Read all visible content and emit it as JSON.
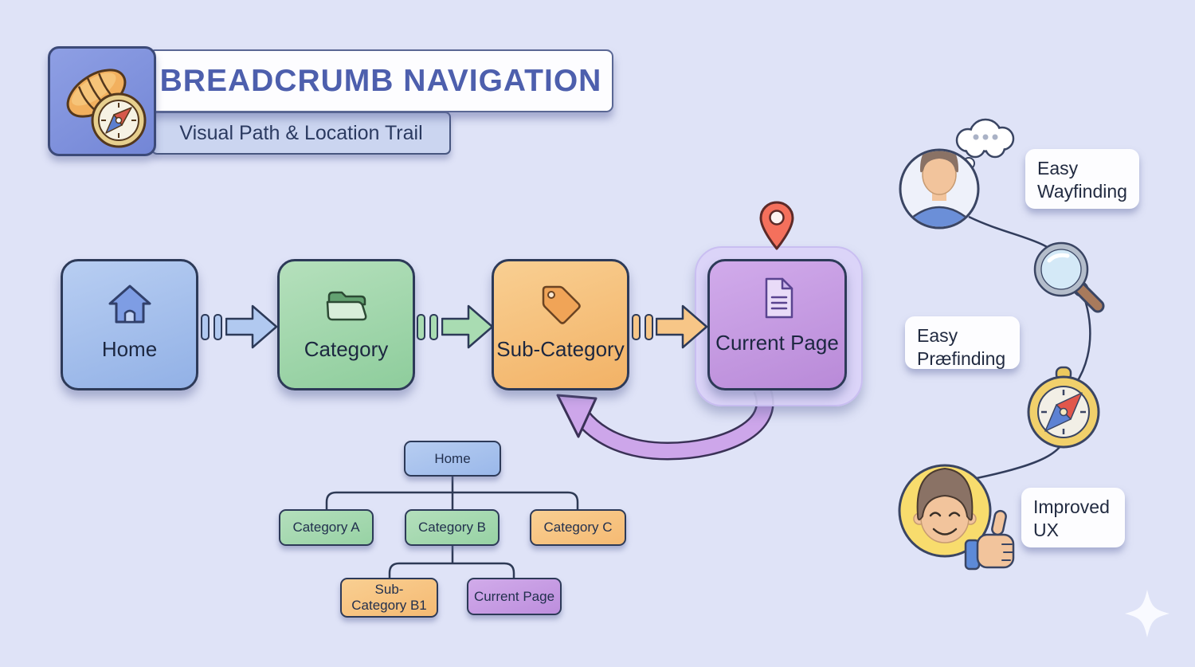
{
  "header": {
    "title": "BREADCRUMB NAVIGATION",
    "subtitle": "Visual Path & Location Trail",
    "logo_icons": [
      "bread-icon",
      "compass-icon"
    ]
  },
  "flow": {
    "steps": [
      {
        "label": "Home",
        "icon": "house-icon",
        "color": "#9db8e8"
      },
      {
        "label": "Category",
        "icon": "folder-icon",
        "color": "#9ed2a6"
      },
      {
        "label": "Sub-Category",
        "icon": "tag-icon",
        "color": "#f5bd76"
      },
      {
        "label": "Current Page",
        "icon": "document-icon",
        "color": "#c49ae2",
        "current": true,
        "marker": "location-pin-icon"
      }
    ],
    "back_link": {
      "from": "Current Page",
      "to": "Sub-Category",
      "color": "#cda6ea"
    }
  },
  "tree": {
    "nodes": [
      {
        "label": "Home",
        "color": "blue"
      },
      {
        "label": "Category A",
        "color": "green"
      },
      {
        "label": "Category B",
        "color": "green"
      },
      {
        "label": "Category C",
        "color": "orange"
      },
      {
        "label": "Sub-Category B1",
        "color": "orange"
      },
      {
        "label": "Current Page",
        "color": "purple"
      }
    ]
  },
  "benefits": [
    {
      "label": "Easy Wayfinding",
      "icon": "thinking-person-icon"
    },
    {
      "label": "Easy Præfinding",
      "icon": "magnifier-icon"
    },
    {
      "label": "Improved UX",
      "icon": "thumbs-up-person-icon"
    }
  ],
  "colors": {
    "background": "#dfe3f7",
    "outline": "#2d3a58",
    "title_text": "#4d5fad",
    "blue": "#9db8e8",
    "green": "#9ed2a6",
    "orange": "#f5bd76",
    "purple": "#c49ae2",
    "pin_red": "#f4705c"
  }
}
